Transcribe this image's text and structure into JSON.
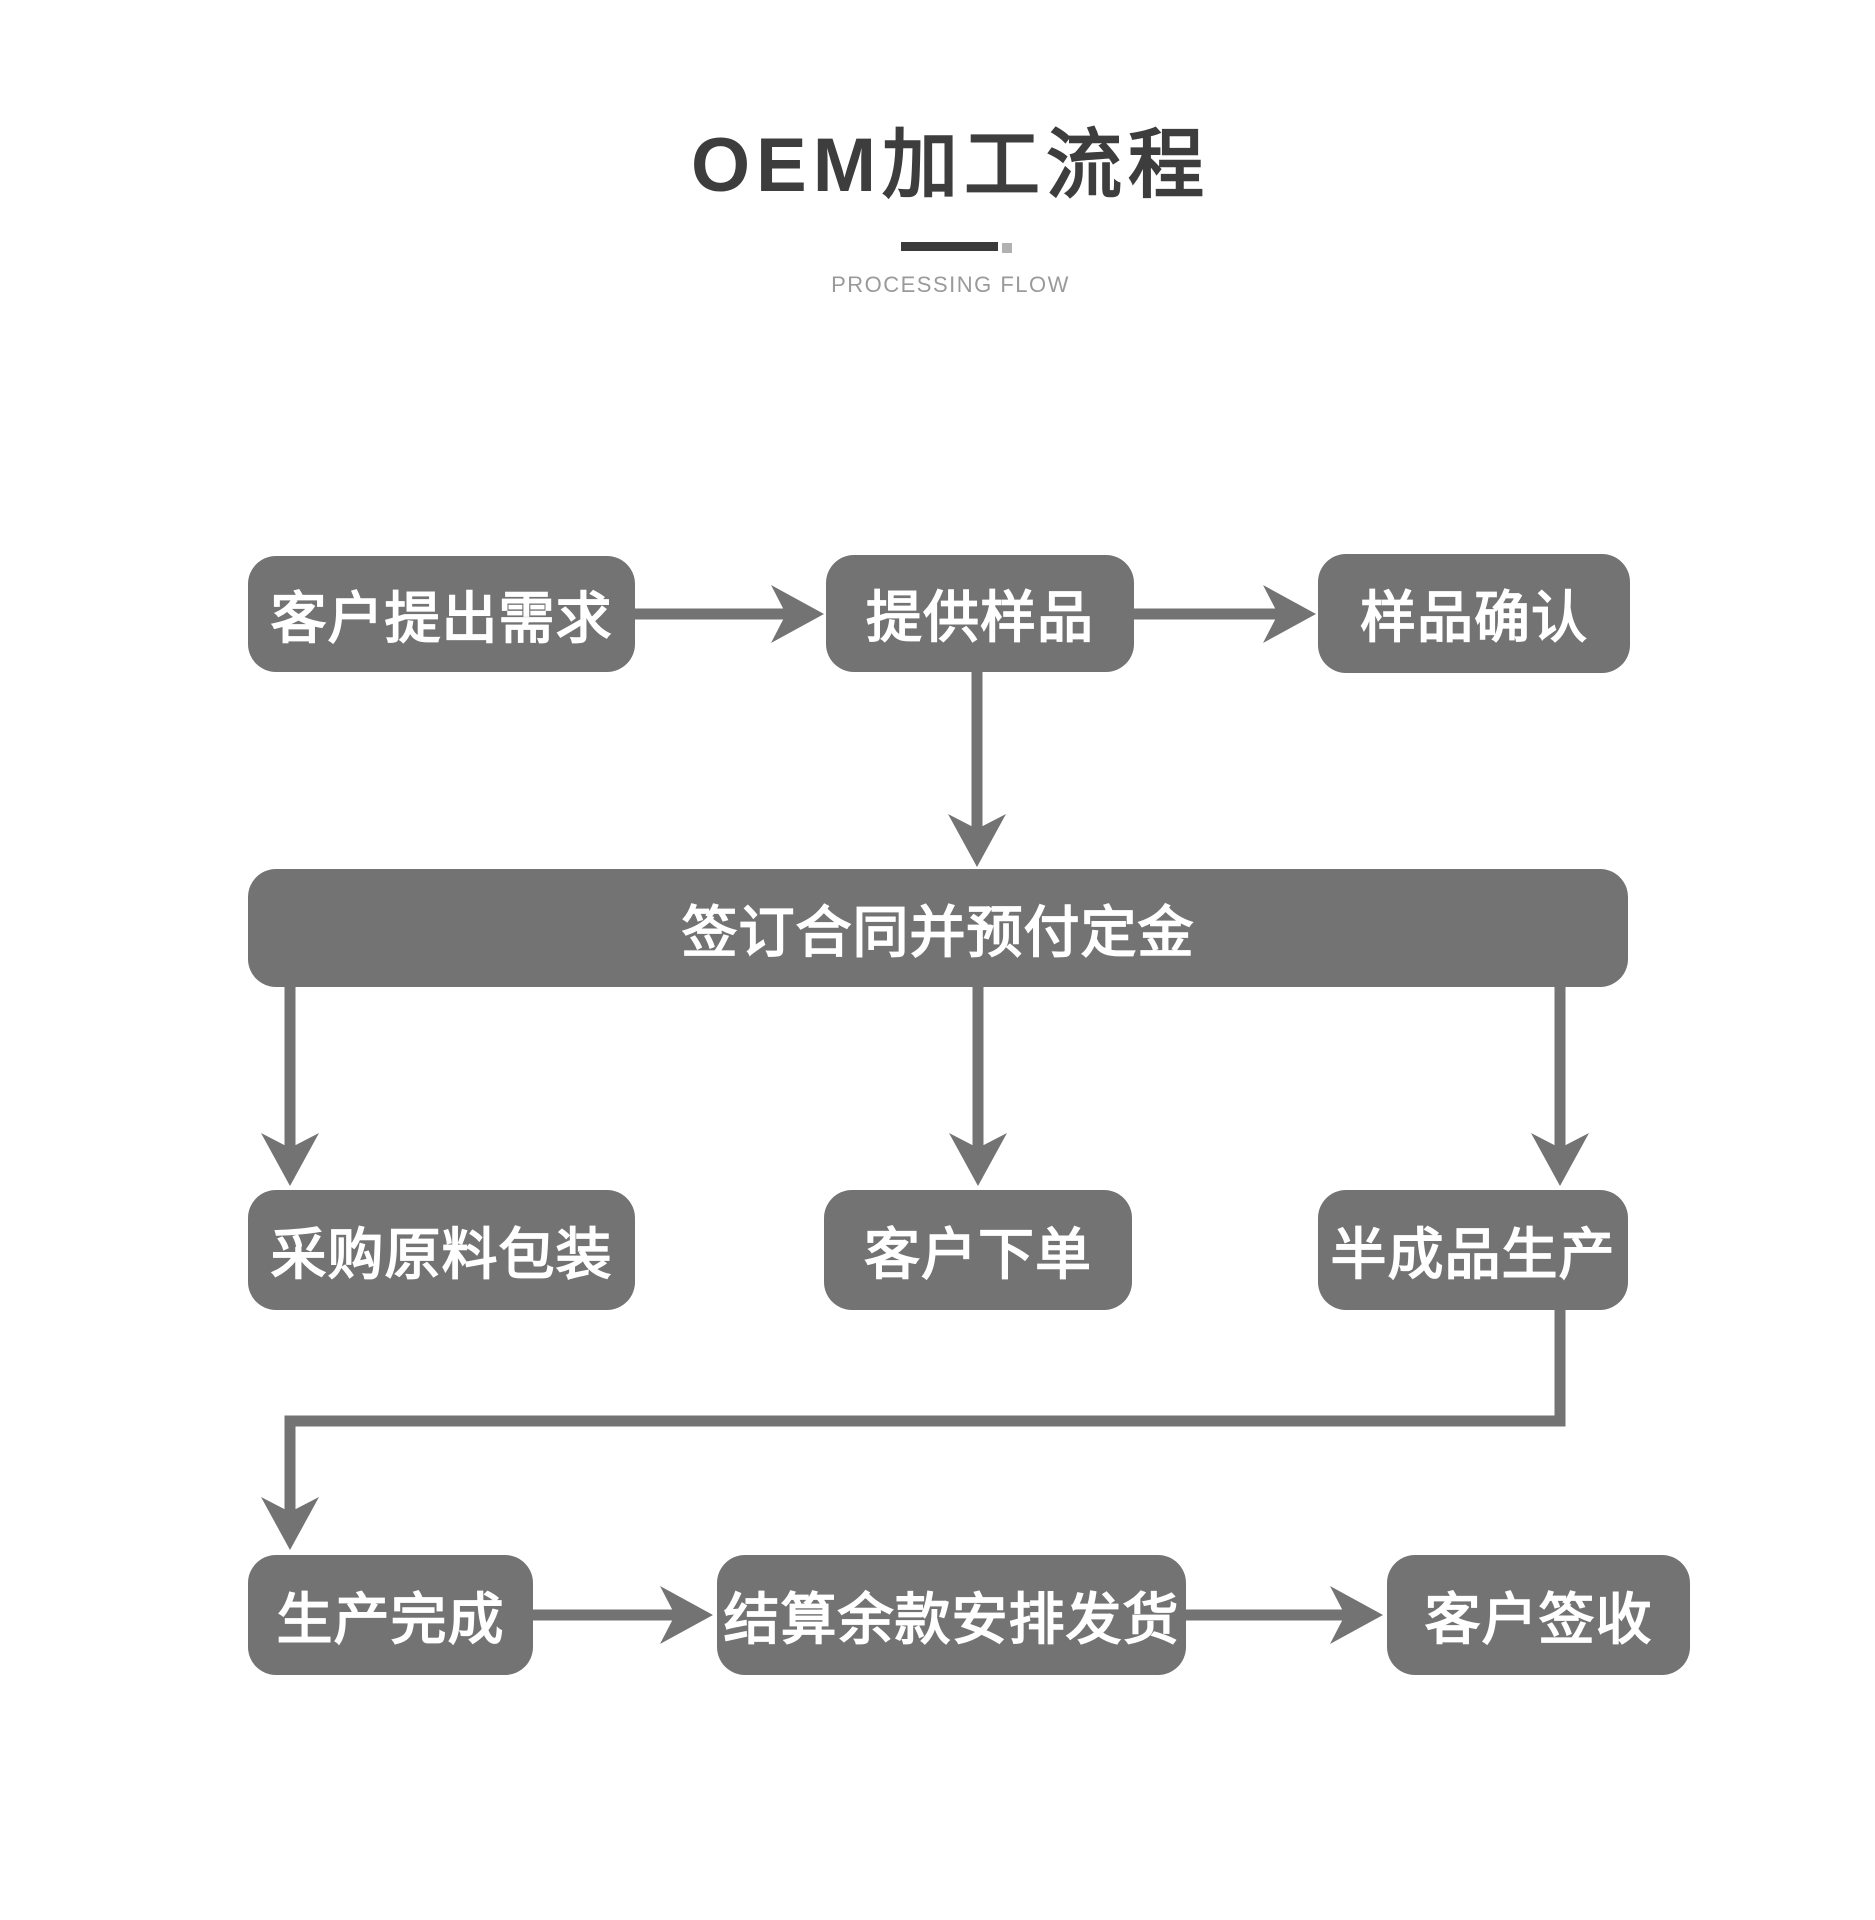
{
  "header": {
    "title": "OEM加工流程",
    "subtitle": "PROCESSING FLOW"
  },
  "colors": {
    "background": "#ffffff",
    "title_text": "#3d3d3d",
    "subtitle_text": "#9a9a9a",
    "divider_bar": "#3a3a3a",
    "divider_square": "#b1b1b1",
    "node_background": "#737373",
    "node_text": "#ffffff",
    "arrow": "#737373"
  },
  "flow": {
    "type": "flowchart",
    "nodes": [
      {
        "id": "customer-request",
        "label": "客户提出需求"
      },
      {
        "id": "provide-sample",
        "label": "提供样品"
      },
      {
        "id": "sample-confirm",
        "label": "样品确认"
      },
      {
        "id": "sign-contract",
        "label": "签订合同并预付定金"
      },
      {
        "id": "purchase-materials",
        "label": "采购原料包装"
      },
      {
        "id": "customer-order",
        "label": "客户下单"
      },
      {
        "id": "semi-production",
        "label": "半成品生产"
      },
      {
        "id": "production-complete",
        "label": "生产完成"
      },
      {
        "id": "settle-shipment",
        "label": "结算余款安排发货"
      },
      {
        "id": "customer-receipt",
        "label": "客户签收"
      }
    ],
    "edges": [
      {
        "from": "customer-request",
        "to": "provide-sample"
      },
      {
        "from": "provide-sample",
        "to": "sample-confirm"
      },
      {
        "from": "provide-sample",
        "to": "sign-contract"
      },
      {
        "from": "sign-contract",
        "to": "purchase-materials"
      },
      {
        "from": "sign-contract",
        "to": "customer-order"
      },
      {
        "from": "sign-contract",
        "to": "semi-production"
      },
      {
        "from": "semi-production",
        "to": "production-complete"
      },
      {
        "from": "production-complete",
        "to": "settle-shipment"
      },
      {
        "from": "settle-shipment",
        "to": "customer-receipt"
      }
    ]
  }
}
